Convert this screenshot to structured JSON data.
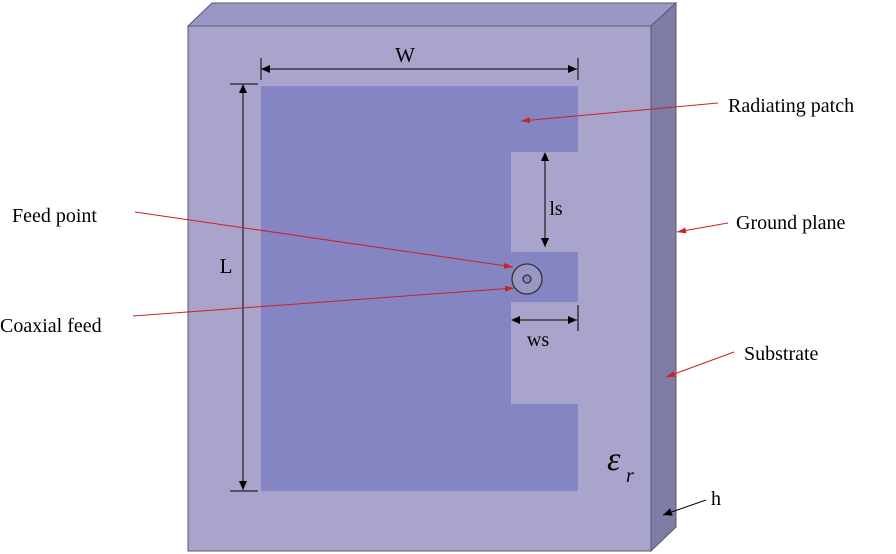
{
  "labels": {
    "width": "W",
    "length": "L",
    "slot_length": "ls",
    "slot_width": "ws",
    "permittivity_symbol": "ε",
    "permittivity_subscript": "r",
    "height": "h"
  },
  "callouts": {
    "radiating_patch": "Radiating patch",
    "feed_point": "Feed point",
    "ground_plane": "Ground plane",
    "coaxial_feed": "Coaxial feed",
    "substrate": "Substrate"
  },
  "colors": {
    "substrate_face": "#a8a4cc",
    "substrate_top": "#9a96c6",
    "substrate_side": "#7f7ca6",
    "patch": "#8485c2",
    "outline": "#5a5870",
    "dimension_line": "#000000",
    "callout_arrow": "#cc2222"
  }
}
